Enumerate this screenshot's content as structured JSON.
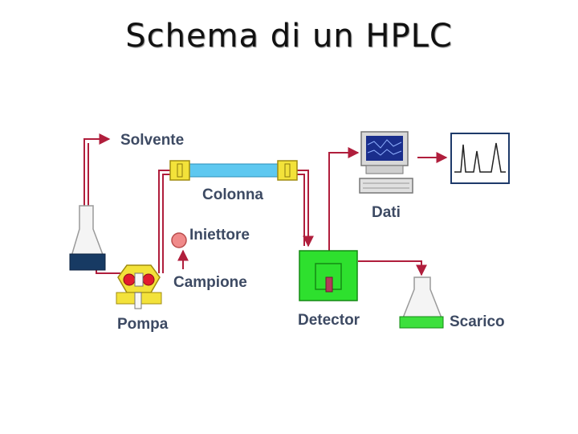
{
  "title": "Schema di un HPLC",
  "labels": {
    "solvente": "Solvente",
    "colonna": "Colonna",
    "iniettore": "Iniettore",
    "campione": "Campione",
    "pompa": "Pompa",
    "detector": "Detector",
    "dati": "Dati",
    "scarico": "Scarico"
  },
  "colors": {
    "flow_line": "#b01e3c",
    "label_text": "#3d4a63",
    "column_fill": "#5ec8f0",
    "fitting_yellow": "#f3e23a",
    "detector_green": "#2ee02e",
    "solvent_navy": "#173a63",
    "pump_red": "#e21b2d",
    "waste_green": "#3de03d"
  }
}
